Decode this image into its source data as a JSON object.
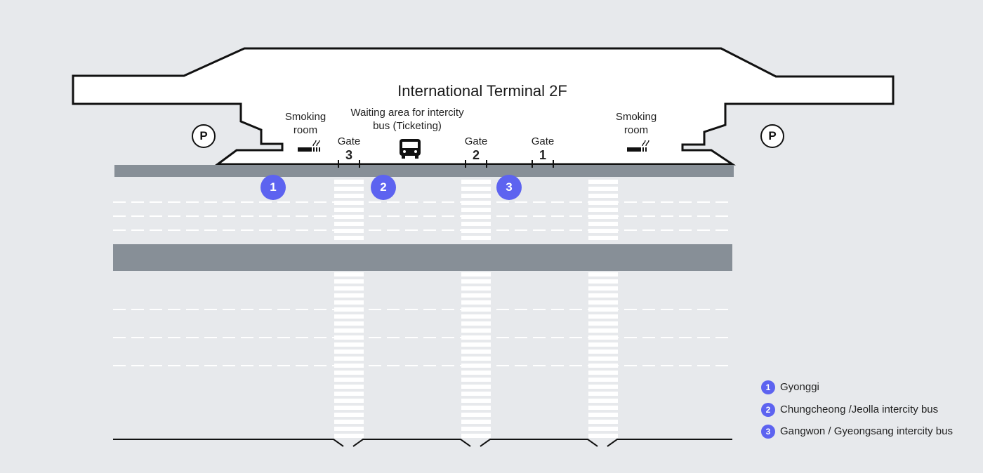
{
  "map": {
    "title": "International Terminal 2F",
    "smoking_room_left": "Smoking\nroom",
    "smoking_room_right": "Smoking\nroom",
    "waiting_area": "Waiting area for intercity\nbus (Ticketing)",
    "parking_left": "P",
    "parking_right": "P",
    "gates": [
      {
        "label": "Gate",
        "number": "3"
      },
      {
        "label": "Gate",
        "number": "2"
      },
      {
        "label": "Gate",
        "number": "1"
      }
    ],
    "stops": [
      {
        "number": "1"
      },
      {
        "number": "2"
      },
      {
        "number": "3"
      }
    ]
  },
  "legend": [
    {
      "number": "1",
      "text": "Gyonggi"
    },
    {
      "number": "2",
      "text": "Chungcheong /Jeolla intercity bus"
    },
    {
      "number": "3",
      "text": "Gangwon / Gyeongsang intercity bus"
    }
  ],
  "colors": {
    "background": "#e7e9ec",
    "road_band": "#878f97",
    "badge": "#5d63f0",
    "crosswalk": "#ffffff"
  },
  "icons": {
    "smoking": "smoking-icon",
    "bus": "bus-icon",
    "parking": "parking-icon"
  }
}
